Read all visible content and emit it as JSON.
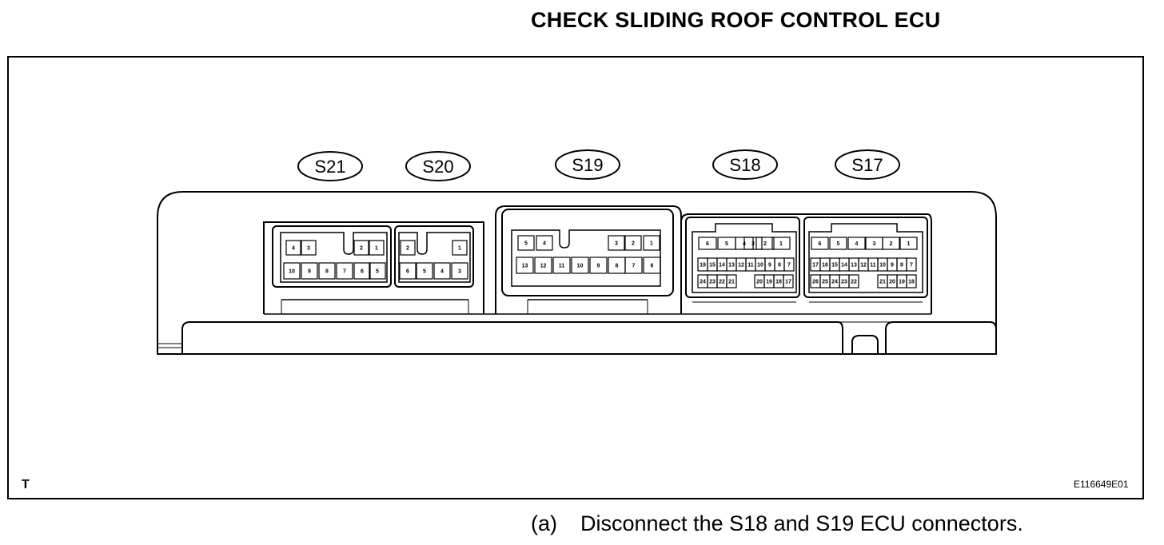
{
  "header": {
    "title": "CHECK SLIDING ROOF CONTROL ECU"
  },
  "diagram": {
    "corner_label": "T",
    "figure_id": "E116649E01",
    "connectors": [
      {
        "name": "S21",
        "pins_top": [
          "4",
          "3",
          "2",
          "1"
        ],
        "pins_bottom": [
          "10",
          "9",
          "8",
          "7",
          "6",
          "5"
        ]
      },
      {
        "name": "S20",
        "pins_top": [
          "2",
          "1"
        ],
        "pins_bottom": [
          "6",
          "5",
          "4",
          "3"
        ]
      },
      {
        "name": "S19",
        "pins_top": [
          "5",
          "4",
          "3",
          "2",
          "1"
        ],
        "pins_bottom": [
          "13",
          "12",
          "11",
          "10",
          "9",
          "8",
          "7",
          "6"
        ]
      },
      {
        "name": "S18",
        "pins_top": [
          "6",
          "5",
          "4",
          "3",
          "2",
          "1"
        ],
        "pins_mid": [
          "19",
          "15",
          "14",
          "13",
          "12",
          "11",
          "10",
          "9",
          "8",
          "7"
        ],
        "pins_bottom": [
          "24",
          "23",
          "22",
          "21",
          "20",
          "19",
          "18",
          "17"
        ]
      },
      {
        "name": "S17",
        "pins_top": [
          "6",
          "5",
          "4",
          "3",
          "2",
          "1"
        ],
        "pins_mid": [
          "17",
          "16",
          "15",
          "14",
          "13",
          "12",
          "11",
          "10",
          "9",
          "8",
          "7"
        ],
        "pins_bottom": [
          "26",
          "25",
          "24",
          "23",
          "22",
          "21",
          "20",
          "19",
          "18"
        ]
      }
    ]
  },
  "instruction": {
    "letter": "(a)",
    "text": "Disconnect the S18 and S19 ECU connectors."
  }
}
